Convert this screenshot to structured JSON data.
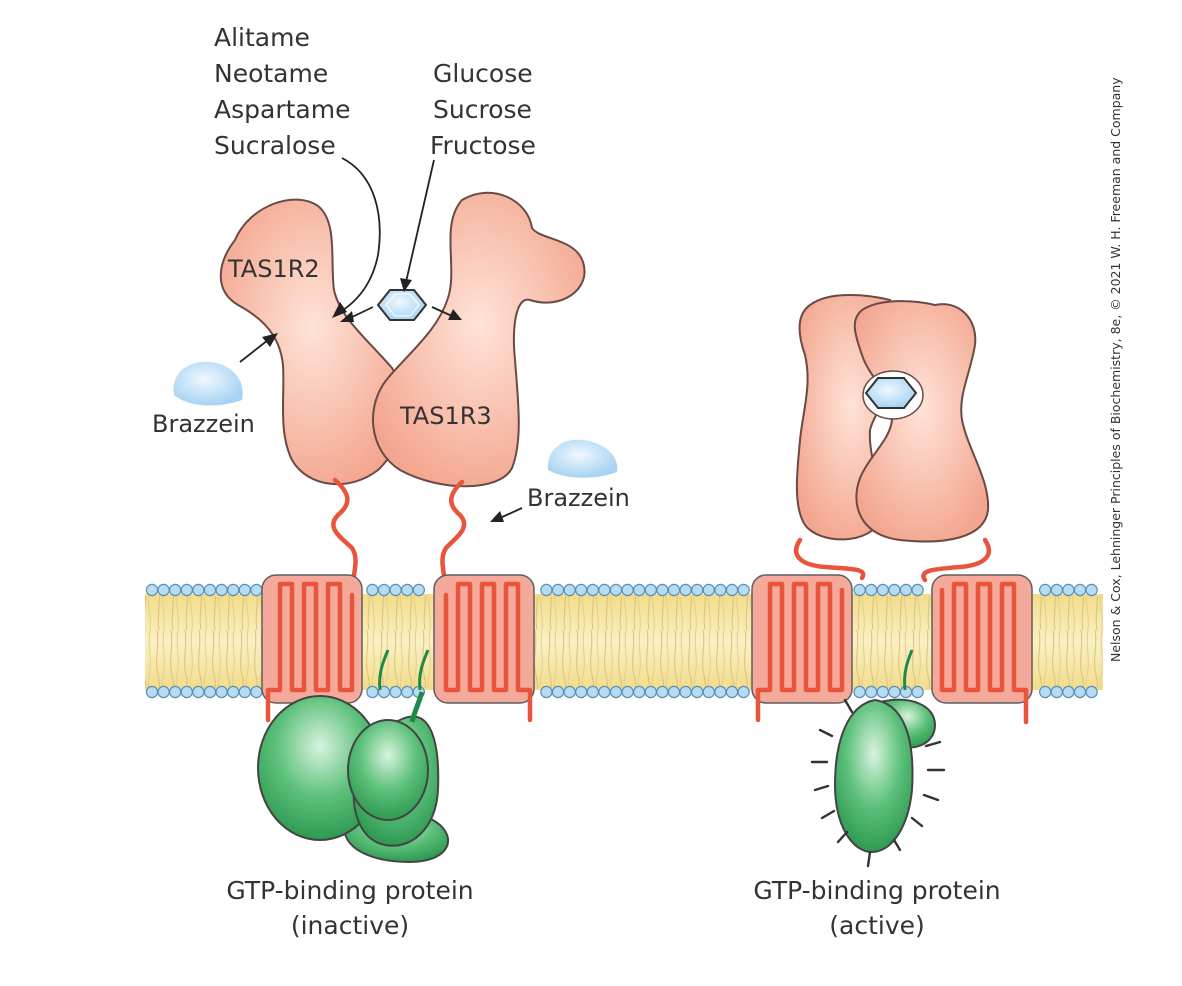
{
  "figure": {
    "credit": "Nelson & Cox, Lehninger Principles of Biochemistry, 8e, © 2021 W. H. Freeman and Company"
  },
  "labels": {
    "artificial_sweeteners": [
      "Alitame",
      "Neotame",
      "Aspartame",
      "Sucralose"
    ],
    "sugars": [
      "Glucose",
      "Sucrose",
      "Fructose"
    ],
    "receptor_left": "TAS1R2",
    "receptor_right": "TAS1R3",
    "brazzein_left": "Brazzein",
    "brazzein_right": "Brazzein",
    "g_protein_inactive": [
      "GTP-binding protein",
      "(inactive)"
    ],
    "g_protein_active": [
      "GTP-binding protein",
      "(active)"
    ]
  },
  "colors": {
    "receptor": "#f5b4a0",
    "helix": "#e8553c",
    "g_protein": "#3fae62",
    "membrane_core": "#f7e8a8",
    "lipid_head": "#a9d4ef",
    "ligand": "#b9ddf4"
  }
}
